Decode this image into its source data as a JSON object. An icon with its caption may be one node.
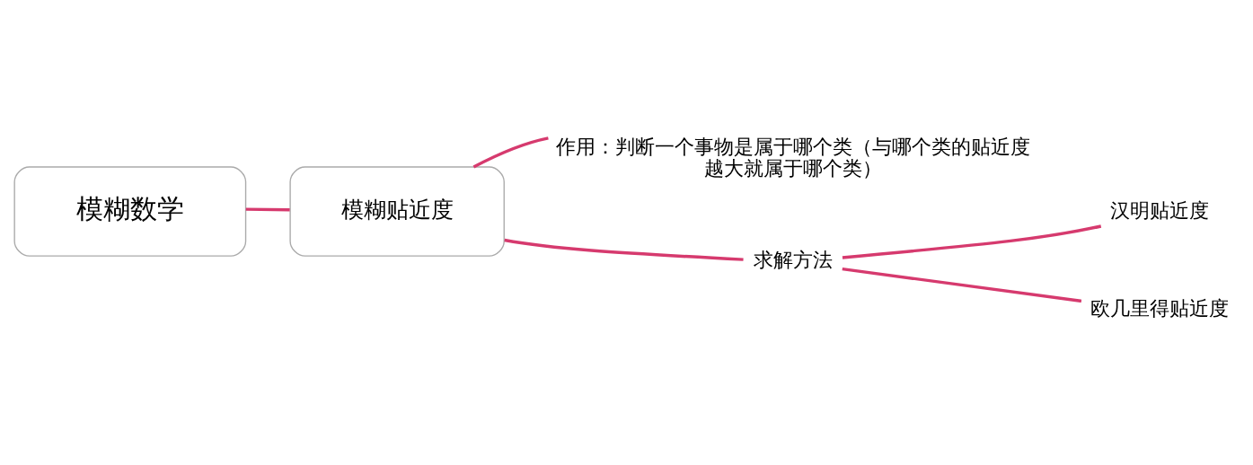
{
  "diagram": {
    "nodes": [
      {
        "text": [
          "模糊数学"
        ]
      },
      {
        "text": [
          "模糊贴近度"
        ]
      },
      {
        "text": [
          "作用：判断一个事物是属于哪个类（与哪个类的贴近度越大就属于哪个类）"
        ]
      },
      {
        "text": [
          "求解方法"
        ]
      },
      {
        "text": [
          "汉明贴近度"
        ]
      },
      {
        "text": [
          "欧几里得贴近度"
        ]
      }
    ],
    "edges": [
      {
        "from": 0,
        "to": 1,
        "arrow": "none"
      },
      {
        "from": 1,
        "to": 2,
        "arrow": "none"
      },
      {
        "from": 1,
        "to": 3,
        "arrow": "none"
      },
      {
        "from": 3,
        "to": 4,
        "arrow": "none"
      },
      {
        "from": 3,
        "to": 5,
        "arrow": "none"
      }
    ]
  }
}
